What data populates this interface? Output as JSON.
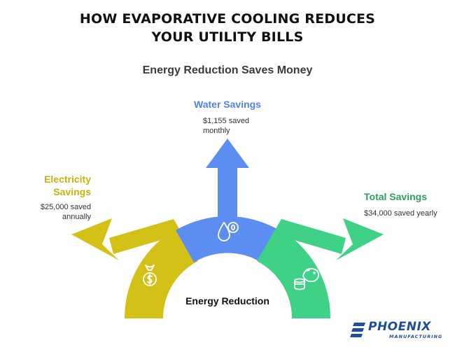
{
  "title": {
    "line1": "HOW EVAPORATIVE COOLING REDUCES",
    "line2": "YOUR UTILITY BILLS"
  },
  "subtitle": "Energy Reduction Saves Money",
  "center_label": "Energy Reduction",
  "branches": {
    "electricity": {
      "label_line1": "Electricity",
      "label_line2": "Savings",
      "desc_line1": "$25,000 saved",
      "desc_line2": "annually",
      "color": "#d4c118",
      "icon": "money-bag-icon"
    },
    "water": {
      "label": "Water Savings",
      "desc_line1": "$1,155 saved",
      "desc_line2": "monthly",
      "color": "#5b8ef0",
      "icon": "water-drop-coin-icon"
    },
    "total": {
      "label": "Total Savings",
      "desc": "$34,000 saved yearly",
      "color": "#3fd286",
      "icon": "piggy-bank-coins-icon"
    }
  },
  "logo": {
    "name": "PHOENIX",
    "tagline": "MANUFACTURING",
    "color": "#1f4f9c"
  }
}
